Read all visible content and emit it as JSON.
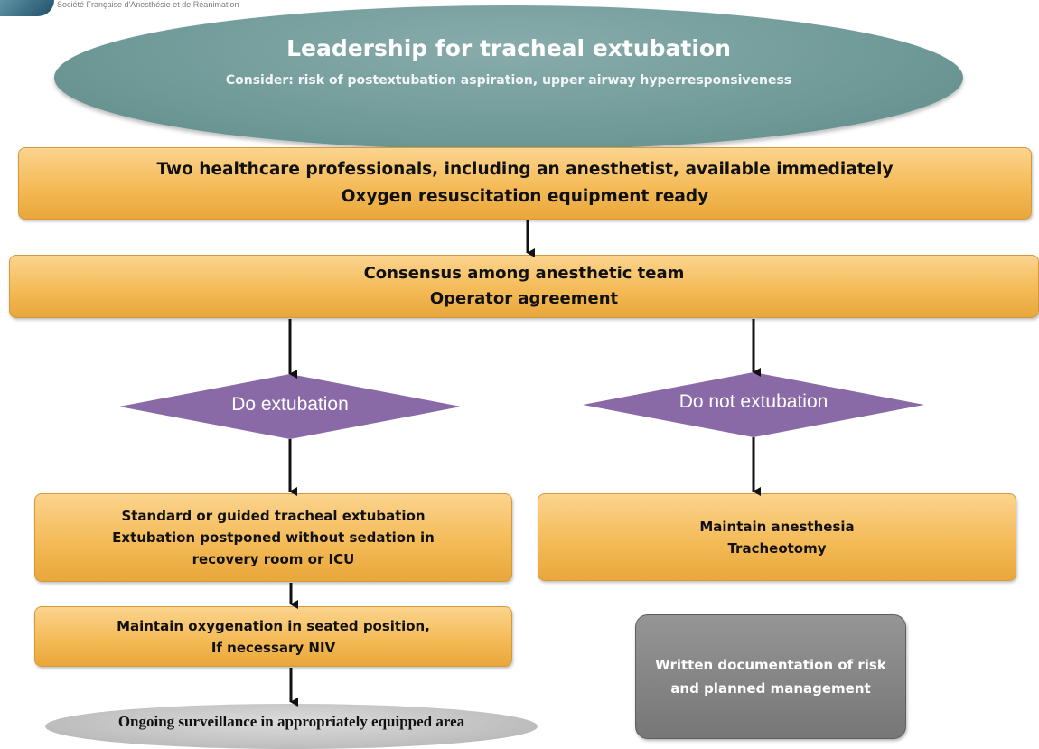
{
  "header": {
    "org_name": "Société Française d'Anesthésie et de Réanimation"
  },
  "top": {
    "title": "Leadership for tracheal extubation",
    "subtitle": "Consider: risk of postextubation aspiration, upper airway hyperresponsiveness"
  },
  "step1": {
    "line1": "Two healthcare professionals, including an anesthetist, available immediately",
    "line2": "Oxygen resuscitation equipment ready"
  },
  "step2": {
    "line1": "Consensus among anesthetic team",
    "line2": "Operator agreement"
  },
  "decision_left": "Do extubation",
  "decision_right": "Do not extubation",
  "left_branch": {
    "box1_line1": "Standard or guided tracheal extubation",
    "box1_line2": "Extubation postponed without sedation in recovery room or ICU",
    "box2_line1": "Maintain oxygenation in seated position,",
    "box2_line2": "If necessary NIV",
    "end": "Ongoing surveillance in appropriately equipped area"
  },
  "right_branch": {
    "line1": "Maintain anesthesia",
    "line2": "Tracheotomy"
  },
  "note": "Written documentation of risk and planned management",
  "colors": {
    "top_ellipse": "#6f9a98",
    "box_orange": "#f4bb58",
    "diamond": "#8a69a7",
    "note_gray": "#808080",
    "end_ellipse": "#bdbdbd",
    "arrow": "#111111"
  }
}
